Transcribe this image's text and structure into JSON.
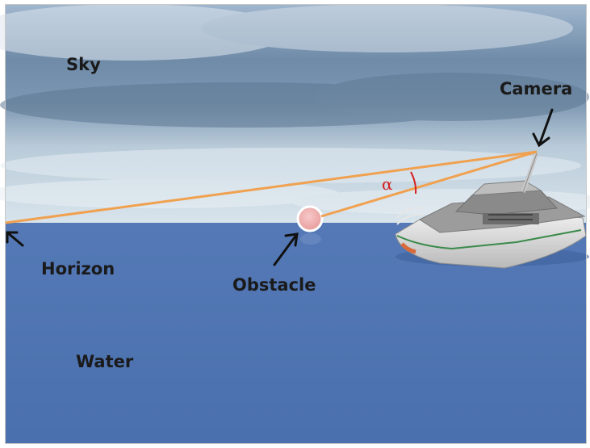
{
  "labels": {
    "sky": "Sky",
    "camera": "Camera",
    "horizon": "Horizon",
    "obstacle": "Obstacle",
    "water": "Water",
    "angle": "α"
  },
  "colors": {
    "sight_line": "#f0a150",
    "water": "#4f77b5",
    "angle_marker": "#d42020",
    "obstacle": "#f2b8b8",
    "arrow": "#111111"
  }
}
